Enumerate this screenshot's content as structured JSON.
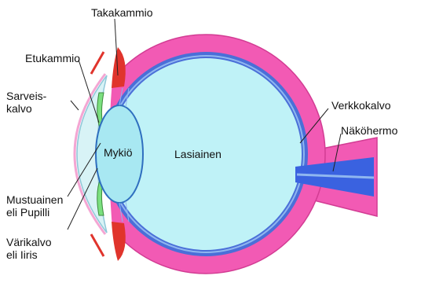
{
  "labels": {
    "takakammio": "Takakammio",
    "etukammio": "Etukammio",
    "sarveiskalvo_1": "Sarveis-",
    "sarveiskalvo_2": "kalvo",
    "mykio": "Mykiö",
    "lasiainen": "Lasiainen",
    "verkkokalvo": "Verkkokalvo",
    "nakohermo": "Näköhermo",
    "mustuainen_1": "Mustuainen",
    "mustuainen_2": "eli Pupilli",
    "varikalvo_1": "Värikalvo",
    "varikalvo_2": "eli Iiris"
  },
  "colors": {
    "sclera": "#f25ab4",
    "sclera_edge": "#d23c93",
    "choroid": "#4a6fd8",
    "retina_red": "#e0342c",
    "vitreous": "#bff2f7",
    "lens": "#a8e8f2",
    "cornea": "#d8f3f6",
    "iris": "#7be07f",
    "nerve": "#3a62e0"
  }
}
